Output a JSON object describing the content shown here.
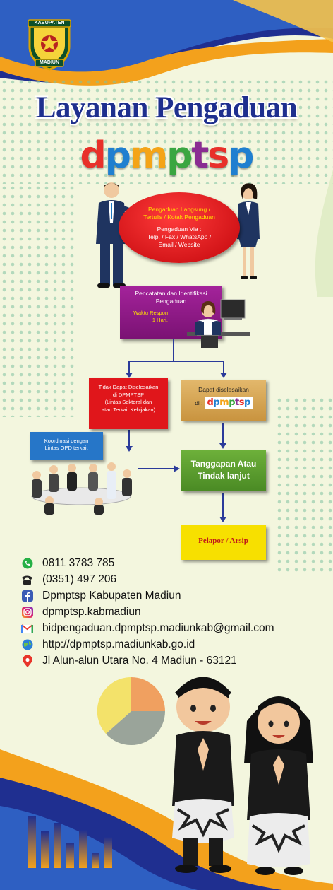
{
  "header": {
    "logo_text_top": "KABUPATEN",
    "logo_text_bottom": "MADIUN",
    "title": "Layanan Pengaduan",
    "brand_letters": [
      "d",
      "p",
      "m",
      "p",
      "t",
      "s",
      "p"
    ],
    "brand_colors": [
      "#e8302a",
      "#1f7fd0",
      "#f4a418",
      "#3aa641",
      "#8a2c92",
      "#e8302a",
      "#1f7fd0"
    ]
  },
  "flow": {
    "step1_line1": "Pengaduan Langsung /",
    "step1_line2": "Tertulis / Kotak Pengaduan",
    "step1_line3": "Pengaduan Via :",
    "step1_line4": "Telp. / Fax / WhatsApp /",
    "step1_line5": "Email / Website",
    "step2_line1": "Pencatatan dan Identifikasi",
    "step2_line2": "Pengaduan",
    "step2_response1": "Waktu Respon",
    "step2_response2": "1 Hari.",
    "left_line1": "Tidak Dapat Diselesaikan",
    "left_line2": "di DPMPTSP",
    "left_line3": "(Lintas Sektoral dan",
    "left_line4": "atau Terkait Kebijakan)",
    "right_line1": "Dapat diselesaikan",
    "right_line2": "di :",
    "right_brand": "dpmptsp",
    "coord_line1": "Koordinasi dengan",
    "coord_line2": "Lintas OPD terkait",
    "response_line1": "Tanggapan Atau",
    "response_line2": "Tindak lanjut",
    "final": "Pelapor / Arsip"
  },
  "contacts": [
    {
      "icon": "whatsapp-icon",
      "text": "0811 3783 785"
    },
    {
      "icon": "telephone-icon",
      "text": "(0351) 497 206"
    },
    {
      "icon": "facebook-icon",
      "text": "Dpmptsp Kabupaten Madiun"
    },
    {
      "icon": "instagram-icon",
      "text": "dpmptsp.kabmadiun"
    },
    {
      "icon": "gmail-icon",
      "text": "bidpengaduan.dpmptsp.madiunkab@gmail.com"
    },
    {
      "icon": "globe-icon",
      "text": "http://dpmptsp.madiunkab.go.id"
    },
    {
      "icon": "location-pin-icon",
      "text": "Jl Alun-alun Utara No. 4 Madiun - 63121"
    }
  ],
  "colors": {
    "navy": "#1e2f8e",
    "red_box": "#e0161b",
    "purple_box": "#8e1d86",
    "tan_box": "#d6a75a",
    "green_box": "#5a9a2e",
    "yellow_box": "#f7e000",
    "blue_box": "#2676c8",
    "orange": "#f39a1d"
  }
}
